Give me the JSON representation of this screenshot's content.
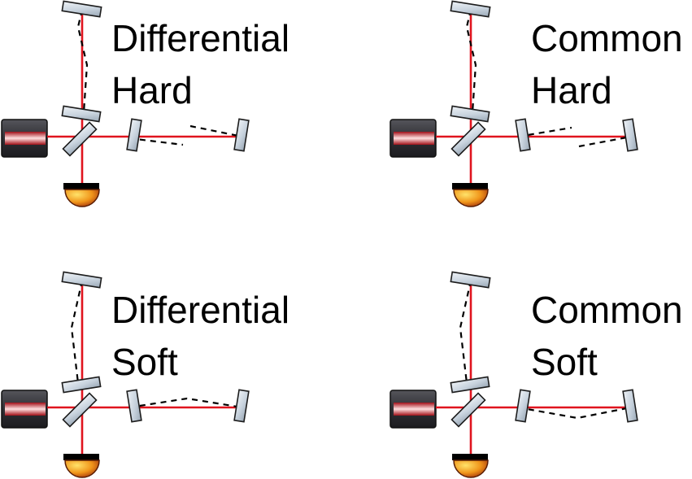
{
  "panels": [
    {
      "mode": "Differential",
      "stiffness": "Hard"
    },
    {
      "mode": "Common",
      "stiffness": "Hard"
    },
    {
      "mode": "Differential",
      "stiffness": "Soft"
    },
    {
      "mode": "Common",
      "stiffness": "Soft"
    }
  ],
  "colors": {
    "beam": "#e0141e",
    "misalignment": "#000000",
    "mirror": "#c7d2dd",
    "laser_body": "#3a3a3f",
    "photodiode": "#e8a21c"
  },
  "icons": {
    "laser": "laser-source-icon",
    "beamsplitter": "beam-splitter-icon",
    "mirror": "test-mass-mirror-icon",
    "photodetector": "photodetector-icon"
  }
}
